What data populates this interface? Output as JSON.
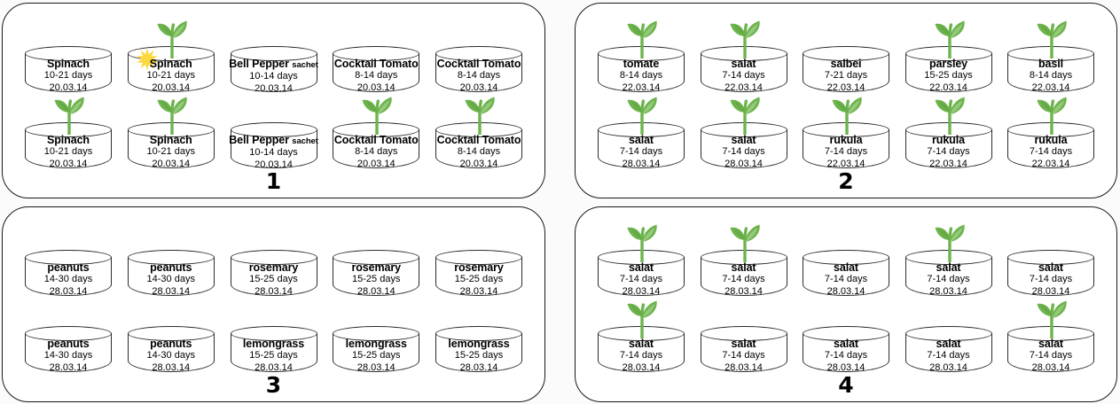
{
  "colors": {
    "leaf_green": "#6DB44C",
    "leaf_green_dark": "#5FA341",
    "sun_yellow": "#FDD83C",
    "outline": "#2b2b2b",
    "panel_border": "#1a1a1a",
    "background": "#ffffff"
  },
  "panels": [
    {
      "number": "1",
      "rows": [
        [
          {
            "name": "Spinach",
            "suffix": "",
            "days": "10-21 days",
            "date": "20.03.14",
            "sprout": false,
            "sun": false
          },
          {
            "name": "Spinach",
            "suffix": "",
            "days": "10-21 days",
            "date": "20.03.14",
            "sprout": true,
            "sun": true
          },
          {
            "name": "Bell Pepper",
            "suffix": "sachet",
            "days": "10-14 days",
            "date": "20.03.14",
            "sprout": false,
            "sun": false
          },
          {
            "name": "Cocktail Tomato",
            "suffix": "",
            "days": "8-14 days",
            "date": "20.03.14",
            "sprout": false,
            "sun": false
          },
          {
            "name": "Cocktail Tomato",
            "suffix": "",
            "days": "8-14 days",
            "date": "20.03.14",
            "sprout": false,
            "sun": false
          }
        ],
        [
          {
            "name": "Spinach",
            "suffix": "",
            "days": "10-21 days",
            "date": "20.03.14",
            "sprout": true,
            "sun": false
          },
          {
            "name": "Spinach",
            "suffix": "",
            "days": "10-21 days",
            "date": "20.03.14",
            "sprout": true,
            "sun": false
          },
          {
            "name": "Bell Pepper",
            "suffix": "sachet",
            "days": "10-14 days",
            "date": "20.03.14",
            "sprout": false,
            "sun": false
          },
          {
            "name": "Cocktail Tomato",
            "suffix": "",
            "days": "8-14 days",
            "date": "20.03.14",
            "sprout": true,
            "sun": false
          },
          {
            "name": "Cocktail Tomato",
            "suffix": "",
            "days": "8-14 days",
            "date": "20.03.14",
            "sprout": true,
            "sun": false
          }
        ]
      ]
    },
    {
      "number": "2",
      "rows": [
        [
          {
            "name": "tomate",
            "suffix": "",
            "days": "8-14 days",
            "date": "22.03.14",
            "sprout": true,
            "sun": false
          },
          {
            "name": "salat",
            "suffix": "",
            "days": "7-14 days",
            "date": "22.03.14",
            "sprout": true,
            "sun": false
          },
          {
            "name": "salbei",
            "suffix": "",
            "days": "7-21 days",
            "date": "22.03.14",
            "sprout": false,
            "sun": false
          },
          {
            "name": "parsley",
            "suffix": "",
            "days": "15-25 days",
            "date": "22.03.14",
            "sprout": true,
            "sun": false
          },
          {
            "name": "basil",
            "suffix": "",
            "days": "8-14 days",
            "date": "22.03.14",
            "sprout": true,
            "sun": false
          }
        ],
        [
          {
            "name": "salat",
            "suffix": "",
            "days": "7-14 days",
            "date": "28.03.14",
            "sprout": true,
            "sun": false
          },
          {
            "name": "salat",
            "suffix": "",
            "days": "7-14 days",
            "date": "28.03.14",
            "sprout": true,
            "sun": false
          },
          {
            "name": "rukula",
            "suffix": "",
            "days": "7-14 days",
            "date": "22.03.14",
            "sprout": true,
            "sun": false
          },
          {
            "name": "rukula",
            "suffix": "",
            "days": "7-14 days",
            "date": "22.03.14",
            "sprout": true,
            "sun": false
          },
          {
            "name": "rukula",
            "suffix": "",
            "days": "7-14 days",
            "date": "22.03.14",
            "sprout": true,
            "sun": false
          }
        ]
      ]
    },
    {
      "number": "3",
      "rows": [
        [
          {
            "name": "peanuts",
            "suffix": "",
            "days": "14-30 days",
            "date": "28.03.14",
            "sprout": false,
            "sun": false
          },
          {
            "name": "peanuts",
            "suffix": "",
            "days": "14-30 days",
            "date": "28.03.14",
            "sprout": false,
            "sun": false
          },
          {
            "name": "rosemary",
            "suffix": "",
            "days": "15-25 days",
            "date": "28.03.14",
            "sprout": false,
            "sun": false
          },
          {
            "name": "rosemary",
            "suffix": "",
            "days": "15-25 days",
            "date": "28.03.14",
            "sprout": false,
            "sun": false
          },
          {
            "name": "rosemary",
            "suffix": "",
            "days": "15-25 days",
            "date": "28.03.14",
            "sprout": false,
            "sun": false
          }
        ],
        [
          {
            "name": "peanuts",
            "suffix": "",
            "days": "14-30 days",
            "date": "28.03.14",
            "sprout": false,
            "sun": false
          },
          {
            "name": "peanuts",
            "suffix": "",
            "days": "14-30 days",
            "date": "28.03.14",
            "sprout": false,
            "sun": false
          },
          {
            "name": "lemongrass",
            "suffix": "",
            "days": "15-25 days",
            "date": "28.03.14",
            "sprout": false,
            "sun": false
          },
          {
            "name": "lemongrass",
            "suffix": "",
            "days": "15-25 days",
            "date": "28.03.14",
            "sprout": false,
            "sun": false
          },
          {
            "name": "lemongrass",
            "suffix": "",
            "days": "15-25 days",
            "date": "28.03.14",
            "sprout": false,
            "sun": false
          }
        ]
      ]
    },
    {
      "number": "4",
      "rows": [
        [
          {
            "name": "salat",
            "suffix": "",
            "days": "7-14 days",
            "date": "28.03.14",
            "sprout": true,
            "sun": false
          },
          {
            "name": "salat",
            "suffix": "",
            "days": "7-14 days",
            "date": "28.03.14",
            "sprout": true,
            "sun": false
          },
          {
            "name": "salat",
            "suffix": "",
            "days": "7-14 days",
            "date": "28.03.14",
            "sprout": false,
            "sun": false
          },
          {
            "name": "salat",
            "suffix": "",
            "days": "7-14 days",
            "date": "28.03.14",
            "sprout": true,
            "sun": false
          },
          {
            "name": "salat",
            "suffix": "",
            "days": "7-14 days",
            "date": "28.03.14",
            "sprout": false,
            "sun": false
          }
        ],
        [
          {
            "name": "salat",
            "suffix": "",
            "days": "7-14 days",
            "date": "28.03.14",
            "sprout": true,
            "sun": false
          },
          {
            "name": "salat",
            "suffix": "",
            "days": "7-14 days",
            "date": "28.03.14",
            "sprout": false,
            "sun": false
          },
          {
            "name": "salat",
            "suffix": "",
            "days": "7-14 days",
            "date": "28.03.14",
            "sprout": false,
            "sun": false
          },
          {
            "name": "salat",
            "suffix": "",
            "days": "7-14 days",
            "date": "28.03.14",
            "sprout": false,
            "sun": false
          },
          {
            "name": "salat",
            "suffix": "",
            "days": "7-14 days",
            "date": "28.03.14",
            "sprout": true,
            "sun": false
          }
        ]
      ]
    }
  ]
}
